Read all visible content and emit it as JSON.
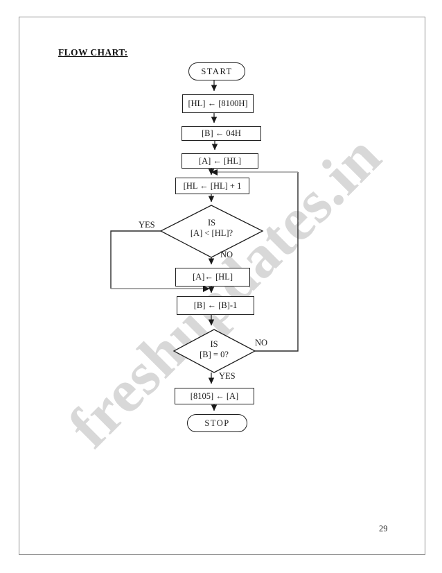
{
  "page": {
    "title": "FLOW CHART:",
    "page_number": "29",
    "watermark": "freshupdates.in"
  },
  "colors": {
    "ink": "#1f1f1f",
    "feedback_line_gray": "#9a9a9a",
    "watermark_gray": "#d8d8d8",
    "page_border_gray": "#8f8f8f"
  },
  "flowchart": {
    "start_label": "START",
    "stop_label": "STOP",
    "boxes": {
      "load_hl": "[HL] ← [8100H]",
      "load_b": "[B] ← 04H",
      "load_a": "[A] ← [HL]",
      "inc_hl": "[HL ← [HL] + 1",
      "copy_a": "[A]← [HL]",
      "dec_b": "[B] ← [B]-1",
      "store_result": "[8105] ← [A]"
    },
    "decisions": {
      "compare": {
        "line1": "IS",
        "line2": "[A] <  [HL]?",
        "yes_label": "YES",
        "no_label": "NO"
      },
      "loop": {
        "line1": "IS",
        "line2": "[B] = 0?",
        "yes_label": "YES",
        "no_label": "NO"
      }
    }
  }
}
